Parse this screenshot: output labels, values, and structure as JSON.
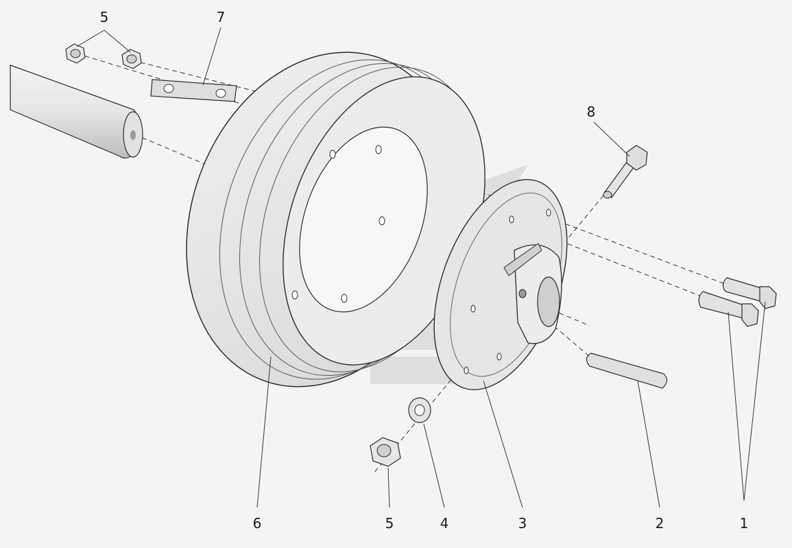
{
  "callouts": {
    "c1": "1",
    "c2": "2",
    "c3": "3",
    "c4": "4",
    "c5_top": "5",
    "c5_bottom": "5",
    "c6": "6",
    "c7": "7",
    "c8": "8"
  },
  "colors": {
    "background": "#f4f4f4",
    "part_fill": "#e8e8e8",
    "outline": "#2a2a2a",
    "watermark": "#d9d9d9"
  }
}
